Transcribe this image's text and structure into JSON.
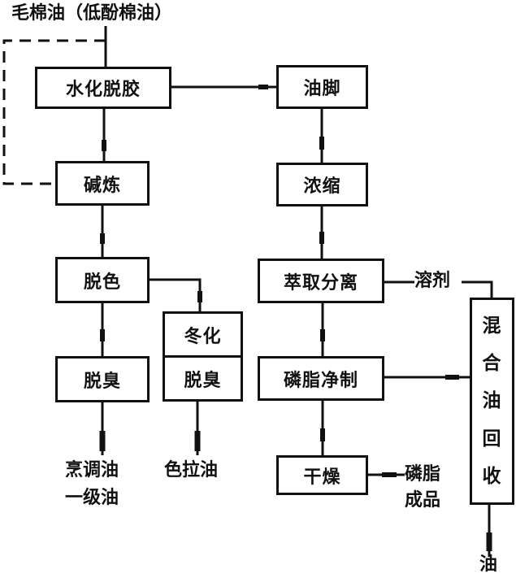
{
  "diagram": {
    "title": "毛棉油（低酚棉油）",
    "nodes": {
      "degumming": "水化脱胶",
      "soapstock": "油脚",
      "alkali_refining": "碱炼",
      "concentration": "浓缩",
      "bleaching": "脱色",
      "extraction_separation": "萃取分离",
      "winterization": "冬化",
      "deodorization_salad": "脱臭",
      "deodorization_cooking": "脱臭",
      "phospholipid_purification": "磷脂净制",
      "drying": "干燥",
      "miscella_recovery": [
        "混",
        "合",
        "油",
        "回",
        "收"
      ]
    },
    "labels": {
      "solvent": "溶剂",
      "cooking_oil_line1": "烹调油",
      "cooking_oil_line2": "一级油",
      "salad_oil": "色拉油",
      "phospholipid_product_line1": "磷脂",
      "phospholipid_product_line2": "成品",
      "oil_output": "油"
    },
    "edges": [
      {
        "from": "毛棉油（低酚棉油）",
        "to": "水化脱胶"
      },
      {
        "from": "毛棉油（低酚棉油）",
        "to": "碱炼",
        "style": "dashed"
      },
      {
        "from": "水化脱胶",
        "to": "油脚"
      },
      {
        "from": "水化脱胶",
        "to": "碱炼"
      },
      {
        "from": "碱炼",
        "to": "脱色"
      },
      {
        "from": "脱色",
        "to": "脱臭"
      },
      {
        "from": "脱色",
        "to": "冬化"
      },
      {
        "from": "冬化",
        "to": "脱臭"
      },
      {
        "from": "脱臭",
        "to": "烹调油 一级油"
      },
      {
        "from": "脱臭",
        "to": "色拉油"
      },
      {
        "from": "油脚",
        "to": "浓缩"
      },
      {
        "from": "浓缩",
        "to": "萃取分离"
      },
      {
        "from": "萃取分离",
        "to": "溶剂"
      },
      {
        "from": "溶剂",
        "to": "混合油回收"
      },
      {
        "from": "萃取分离",
        "to": "磷脂净制"
      },
      {
        "from": "磷脂净制",
        "to": "混合油回收"
      },
      {
        "from": "磷脂净制",
        "to": "干燥"
      },
      {
        "from": "干燥",
        "to": "磷脂成品"
      },
      {
        "from": "混合油回收",
        "to": "油"
      }
    ]
  }
}
